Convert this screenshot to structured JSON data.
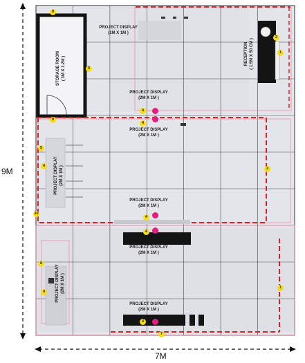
{
  "dimensions": {
    "height_label": "9M",
    "width_label": "7M"
  },
  "colors": {
    "floor": "#e4e5ea",
    "grid": "#2b2b2b",
    "zone_dash": "#e02020",
    "pink_outline": "#f08aa8",
    "badge": "#f6dd1a",
    "marker": "#e0207a",
    "furniture": "#141414"
  },
  "rooms": {
    "storage": {
      "title": "STORAGE ROOM",
      "size": "( 3M X 1.2M )"
    },
    "reception": {
      "title": "RECEPTION",
      "size": "( 1.5M X 50 CM )"
    }
  },
  "displays": [
    {
      "title": "PROJECT DISPLAY",
      "size": "(1M X 1M )"
    },
    {
      "title": "PROJECT DISPLAY",
      "size": "(2M X 1M )"
    },
    {
      "title": "PROJECT DISPLAY",
      "size": "(2M X 1M )"
    },
    {
      "title": "PROJECT DISPLAY",
      "size": "(2M X 1M )"
    },
    {
      "title": "PROJECT DISPLAY",
      "size": "(2M X 1M )"
    },
    {
      "title": "PROJECT DISPLAY",
      "size": "(2M X 1M )"
    },
    {
      "title": "PROJECT DISPLAY",
      "size": "(2M X 1M )"
    },
    {
      "title": "PROJECT DISPLAY",
      "size": "(2M X 1M )"
    }
  ],
  "badges": [
    "8",
    "2",
    "1",
    "9",
    "4",
    "4",
    "8",
    "5",
    "4",
    "3",
    "10",
    "4",
    "6",
    "4",
    "1",
    "4",
    "7",
    "4"
  ]
}
